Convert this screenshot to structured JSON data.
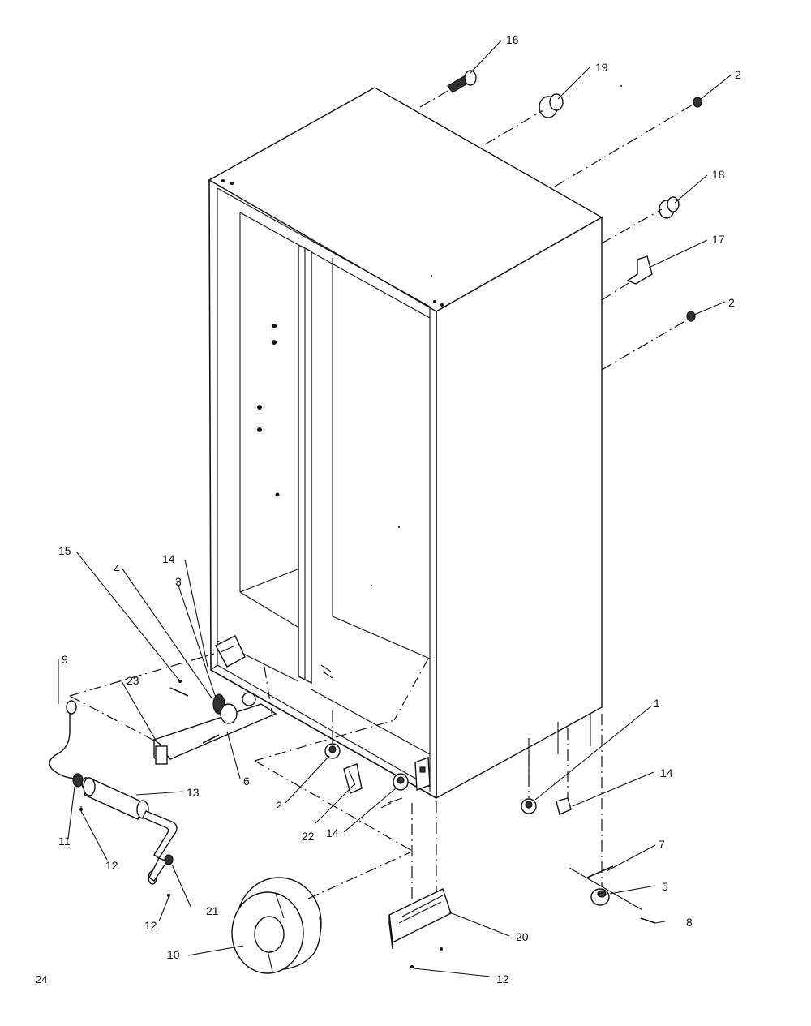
{
  "diagram": {
    "page_number": "24",
    "callouts": {
      "c1": "1",
      "c2a": "2",
      "c2b": "2",
      "c2c": "2",
      "c3": "3",
      "c4": "4",
      "c5": "5",
      "c6": "6",
      "c7": "7",
      "c8": "8",
      "c9": "9",
      "c10": "10",
      "c11": "11",
      "c12a": "12",
      "c12b": "12",
      "c12c": "12",
      "c13": "13",
      "c14a": "14",
      "c14b": "14",
      "c14c": "14",
      "c15": "15",
      "c16": "16",
      "c17": "17",
      "c18": "18",
      "c19": "19",
      "c20": "20",
      "c21": "21",
      "c22": "22",
      "c23": "23"
    }
  }
}
